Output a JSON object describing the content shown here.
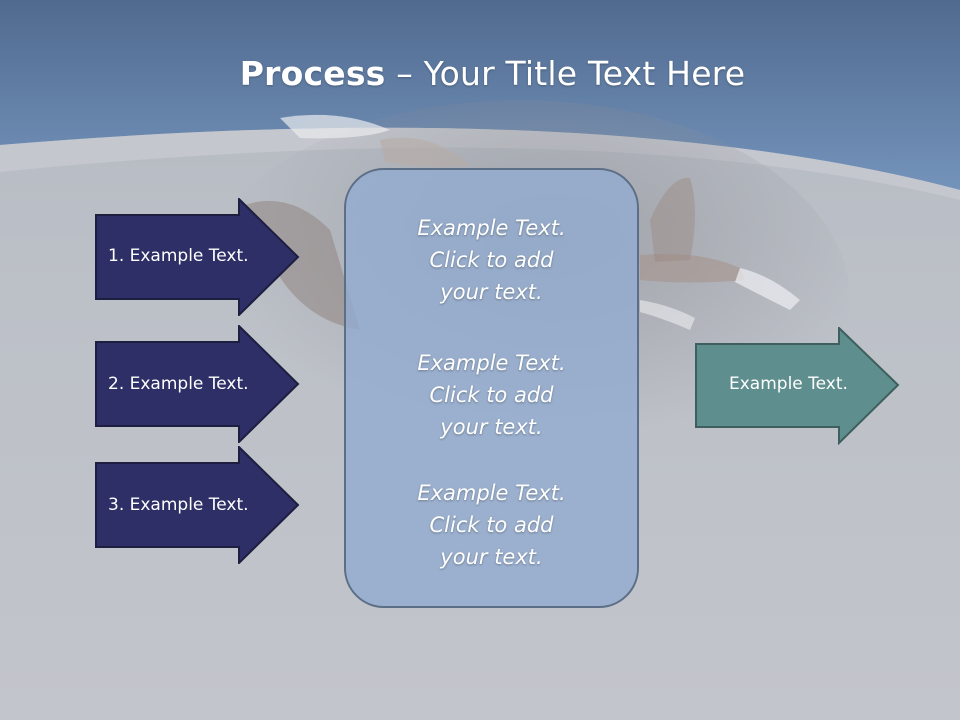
{
  "slide": {
    "title_bold": "Process",
    "title_rest": " – Your Title Text Here"
  },
  "left_arrows": [
    {
      "label": "1. Example Text."
    },
    {
      "label": "2. Example Text."
    },
    {
      "label": "3. Example Text."
    }
  ],
  "center_box": {
    "items": [
      {
        "line1": "Example Text.",
        "line2": "Click  to add",
        "line3": "your text."
      },
      {
        "line1": "Example Text.",
        "line2": "Click  to add",
        "line3": "your text."
      },
      {
        "line1": "Example Text.",
        "line2": "Click  to add",
        "line3": "your text."
      }
    ]
  },
  "right_arrow": {
    "label": "Example Text."
  },
  "colors": {
    "header_blue": "#6f8fb9",
    "left_arrow_fill": "#2e2f66",
    "right_arrow_fill": "#5e8e8d",
    "center_box_fill": "#92accf"
  }
}
